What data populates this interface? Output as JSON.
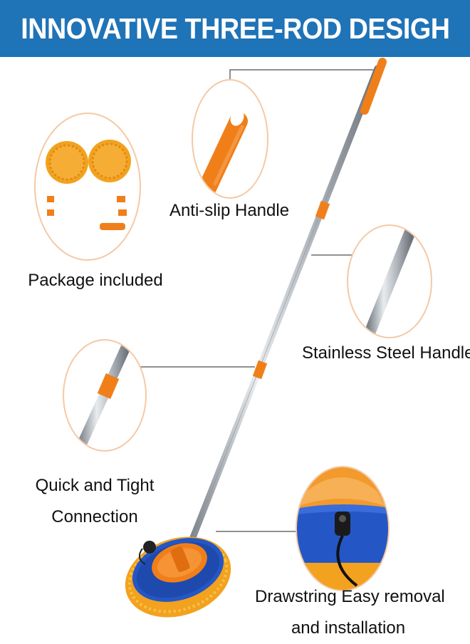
{
  "banner": {
    "title": "INNOVATIVE THREE-ROD DESIGH"
  },
  "callouts": {
    "handle": {
      "label": "Anti-slip Handle"
    },
    "package": {
      "label": "Package included"
    },
    "steel": {
      "label": "Stainless Steel Handle"
    },
    "connection": {
      "line1": "Quick and Tight",
      "line2": "Connection"
    },
    "drawstring": {
      "line1": "Drawstring Easy removal",
      "line2": "and installation"
    }
  },
  "colors": {
    "banner": "#1f73b7",
    "accent_orange": "#f07f1a",
    "steel": "#b8bec4",
    "microfiber_blue": "#2457c5",
    "chenille_orange": "#f2a21e"
  }
}
